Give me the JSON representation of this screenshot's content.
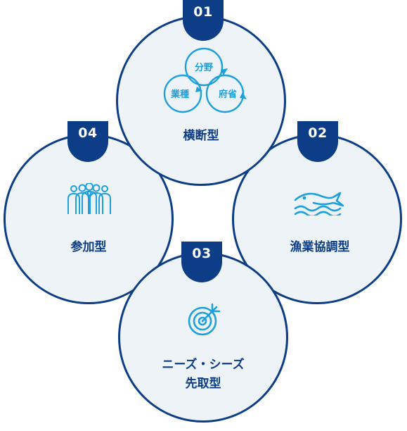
{
  "items": [
    {
      "number": "01",
      "label": "横断型",
      "icon": "venn-diagram-icon",
      "venn": [
        "分野",
        "業種",
        "府省"
      ]
    },
    {
      "number": "02",
      "label": "漁業協調型",
      "icon": "fish-wave-icon"
    },
    {
      "number": "03",
      "label_line1": "ニーズ・シーズ",
      "label_line2": "先取型",
      "icon": "target-icon"
    },
    {
      "number": "04",
      "label": "参加型",
      "icon": "people-group-icon"
    }
  ],
  "colors": {
    "navy": "#0d3d86",
    "accent": "#1fa0dd",
    "circle_fill": "#eef3f8"
  }
}
